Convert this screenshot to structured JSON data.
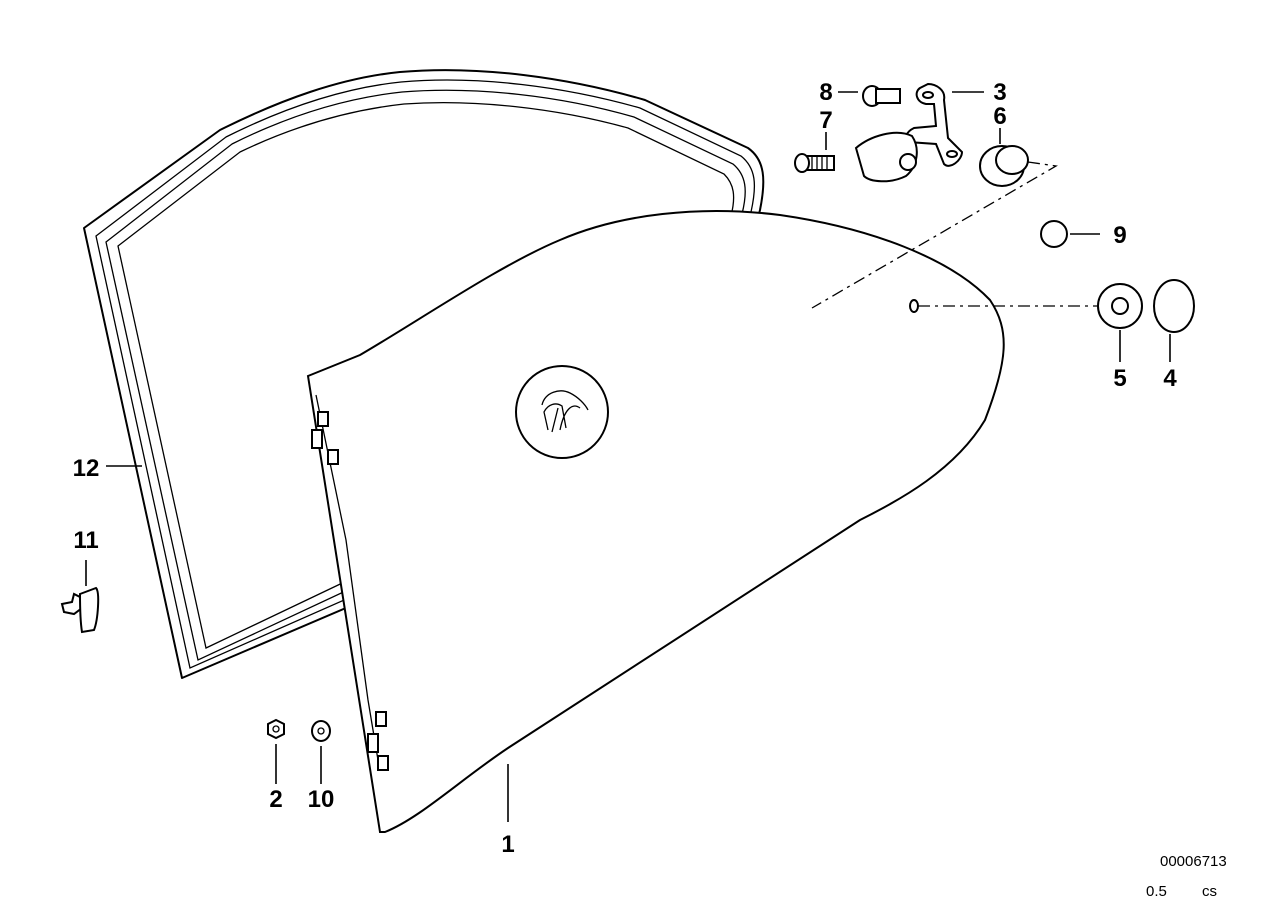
{
  "diagram": {
    "callouts": [
      {
        "id": "1",
        "label": "1"
      },
      {
        "id": "2",
        "label": "2"
      },
      {
        "id": "3",
        "label": "3"
      },
      {
        "id": "4",
        "label": "4"
      },
      {
        "id": "5",
        "label": "5"
      },
      {
        "id": "6",
        "label": "6"
      },
      {
        "id": "7",
        "label": "7"
      },
      {
        "id": "8",
        "label": "8"
      },
      {
        "id": "9",
        "label": "9"
      },
      {
        "id": "10",
        "label": "10"
      },
      {
        "id": "11",
        "label": "11"
      },
      {
        "id": "12",
        "label": "12"
      }
    ],
    "drawing_number": "00006713",
    "scale": "0.5",
    "code": "cs"
  }
}
